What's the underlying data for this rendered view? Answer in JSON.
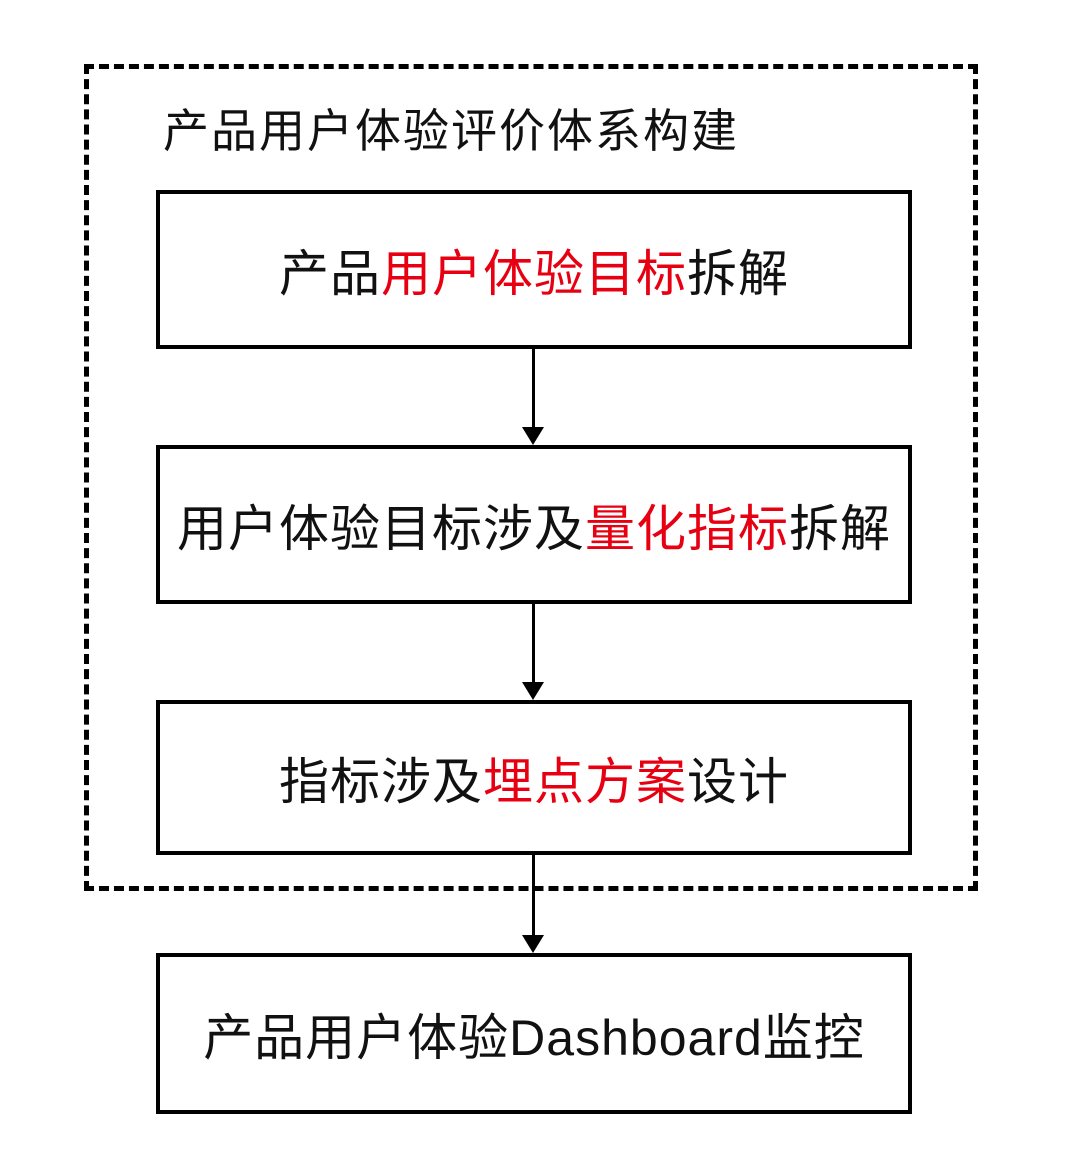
{
  "colors": {
    "highlight_red": "#e60012",
    "text_black": "#111111",
    "border_black": "#000000",
    "background": "#ffffff"
  },
  "group": {
    "title": "产品用户体验评价体系构建"
  },
  "flow": {
    "steps": [
      {
        "name": "product-ux-goal-decomposition",
        "segments": [
          {
            "text": "产品"
          },
          {
            "text": "用户体验目标"
          },
          {
            "text": "拆解"
          }
        ]
      },
      {
        "name": "quantitative-metrics-decomposition",
        "segments": [
          {
            "text": "用户体验目标涉及"
          },
          {
            "text": "量化指标"
          },
          {
            "text": "拆解"
          }
        ]
      },
      {
        "name": "tracking-plan-design",
        "segments": [
          {
            "text": "指标涉及"
          },
          {
            "text": "埋点方案"
          },
          {
            "text": "设计"
          }
        ]
      },
      {
        "name": "dashboard-monitoring",
        "segments": [
          {
            "text": "产品用户体验Dashboard监控"
          }
        ]
      }
    ]
  }
}
